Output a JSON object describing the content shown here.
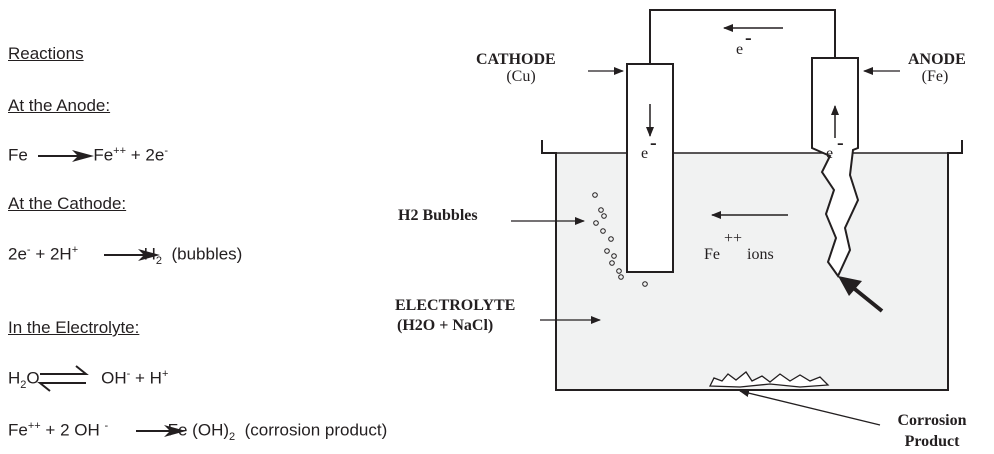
{
  "reactions": {
    "title": "Reactions",
    "anode_heading": "At the Anode:",
    "anode_eq": {
      "lhs": "Fe",
      "rhs_base": "Fe",
      "rhs_sup": "++",
      "rhs_tail": " + 2e",
      "rhs_tail_sup": "-"
    },
    "cathode_heading": "At the Cathode:",
    "cathode_eq": {
      "a": "2e",
      "a_sup": "-",
      "b": " + 2H",
      "b_sup": "+",
      "rhs": "H",
      "rhs_sub": "2",
      "note": "(bubbles)"
    },
    "electrolyte_heading": "In the Electrolyte:",
    "water_eq": {
      "lhs": "H",
      "lhs_sub": "2",
      "lhs_tail": "O",
      "r1": "OH",
      "r1_sup": "-",
      "r2": " + H",
      "r2_sup": "+"
    },
    "product_eq": {
      "a": "Fe",
      "a_sup": "++",
      "b": " + 2 OH ",
      "b_sup": "-",
      "rhs": "Fe (OH)",
      "rhs_sub": "2",
      "note": "(corrosion product)"
    }
  },
  "diagram": {
    "cathode_label": "CATHODE",
    "cathode_metal": "(Cu)",
    "anode_label": "ANODE",
    "anode_metal": "(Fe)",
    "wire_electron": "e",
    "wire_electron_sup": "-",
    "cathode_electron": "e",
    "cathode_electron_sup": "-",
    "anode_electron": "e",
    "anode_electron_sup": "-",
    "bubbles_label": "H2 Bubbles",
    "electrolyte_label": "ELECTROLYTE",
    "electrolyte_formula": "(H2O + NaCl)",
    "ion_base": "Fe",
    "ion_sup": "++",
    "ion_word": "ions",
    "corrosion_line1": "Corrosion",
    "corrosion_line2": "Product"
  },
  "colors": {
    "ink": "#231f20",
    "electrolyte": "#f1f2f2",
    "background": "#ffffff"
  }
}
